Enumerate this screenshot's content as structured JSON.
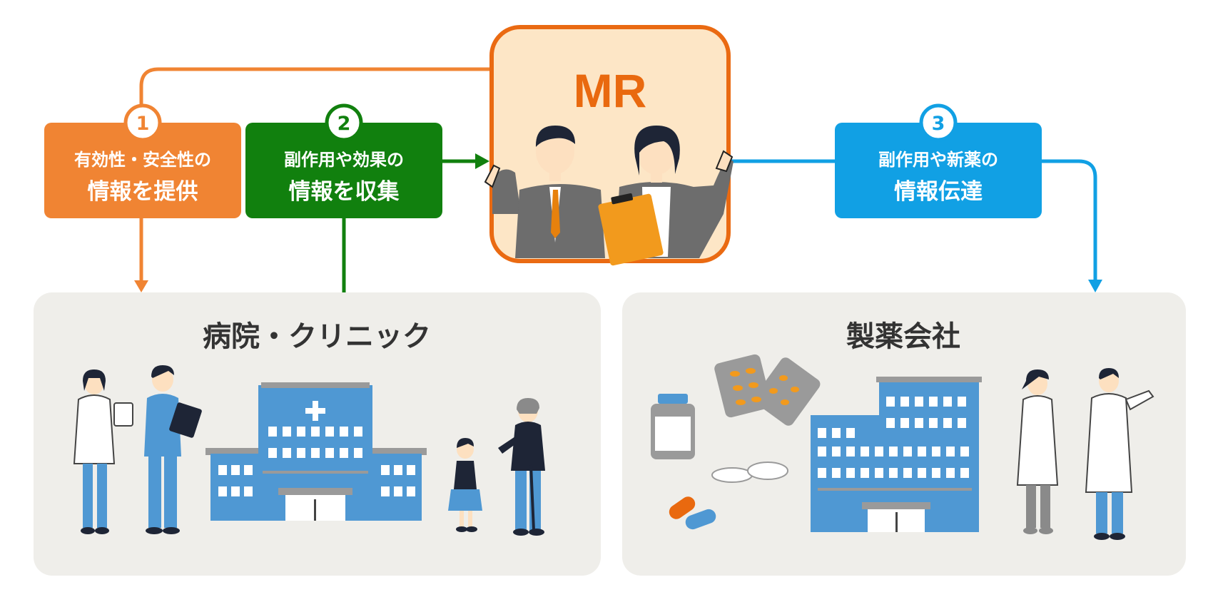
{
  "mr": {
    "title": "MR"
  },
  "steps": [
    {
      "number": "1",
      "line1": "有効性・安全性の",
      "line2": "情報を提供",
      "color": "#f08433"
    },
    {
      "number": "2",
      "line1": "副作用や効果の",
      "line2": "情報を収集",
      "color": "#11800e"
    },
    {
      "number": "3",
      "line1": "副作用や新薬の",
      "line2": "情報伝達",
      "color": "#11a0e4"
    }
  ],
  "panels": {
    "hospital": {
      "title": "病院・クリニック"
    },
    "pharma": {
      "title": "製薬会社"
    }
  },
  "icons": [
    "doctor-icon",
    "nurse-icon",
    "hospital-building-icon",
    "sneezing-child-icon",
    "elderly-person-icon",
    "medicine-bottle-icon",
    "blister-pack-icon",
    "tablet-icon",
    "capsule-icon",
    "office-building-icon",
    "researcher-icon"
  ],
  "colors": {
    "mr_border": "#ea6a12",
    "mr_fill": "#fde6c6",
    "panel_fill": "#efeeea",
    "building": "#4f98d3"
  }
}
